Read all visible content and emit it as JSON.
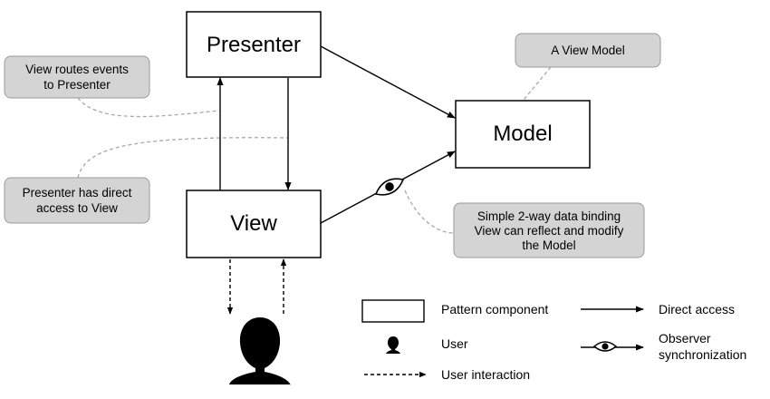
{
  "components": {
    "presenter": "Presenter",
    "model": "Model",
    "view": "View"
  },
  "notes": {
    "view_routes": [
      "View routes events",
      "to Presenter"
    ],
    "view_model": [
      "A View Model"
    ],
    "presenter_access": [
      "Presenter has direct",
      "access to View"
    ],
    "data_binding": [
      "Simple 2-way data binding",
      "View can reflect and modify",
      "the Model"
    ]
  },
  "legend": {
    "pattern_component": "Pattern component",
    "user": "User",
    "user_interaction": "User interaction",
    "direct_access": "Direct access",
    "observer_synchronization": [
      "Observer",
      "synchronization"
    ]
  },
  "icons": {
    "user": "person-silhouette-icon",
    "observer": "eye-icon"
  },
  "colors": {
    "note_fill": "#d4d4d4",
    "note_stroke": "#9a9a9a",
    "connector": "#a8a8a8",
    "line": "#000000"
  }
}
